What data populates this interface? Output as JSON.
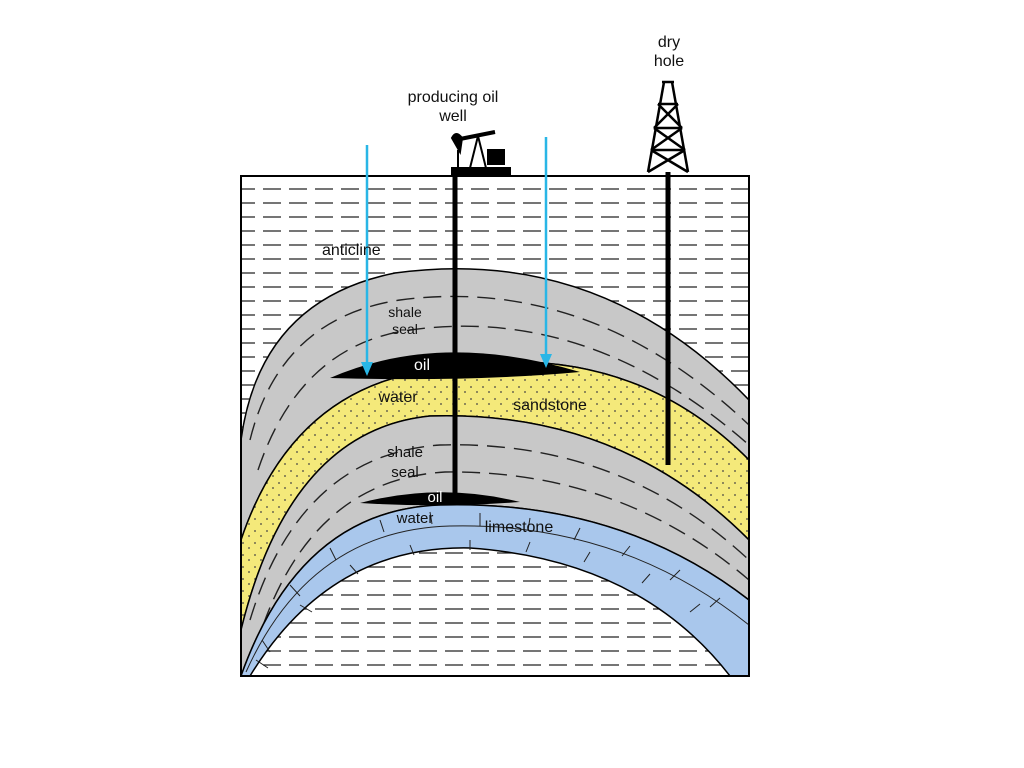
{
  "colors": {
    "background": "#ffffff",
    "shale": "#c8c8c8",
    "sandstone": "#f4e97a",
    "limestone": "#a9c7ec",
    "oil": "#000000",
    "arrow": "#29b6e6",
    "outline": "#000000"
  },
  "labels": {
    "dry_hole_1": "dry",
    "dry_hole_2": "hole",
    "producing_1": "producing oil",
    "producing_2": "well",
    "anticline": "anticline",
    "shale_upper_1": "shale",
    "shale_upper_2": "seal",
    "oil_upper": "oil",
    "water_upper": "water",
    "sandstone": "sandstone",
    "shale_lower_1": "shale",
    "shale_lower_2": "seal",
    "oil_lower": "oil",
    "water_lower": "water",
    "limestone": "limestone"
  },
  "icons": {
    "derrick": "oil-derrick-icon",
    "pumpjack": "pumpjack-icon",
    "arrow": "down-arrow-icon"
  }
}
